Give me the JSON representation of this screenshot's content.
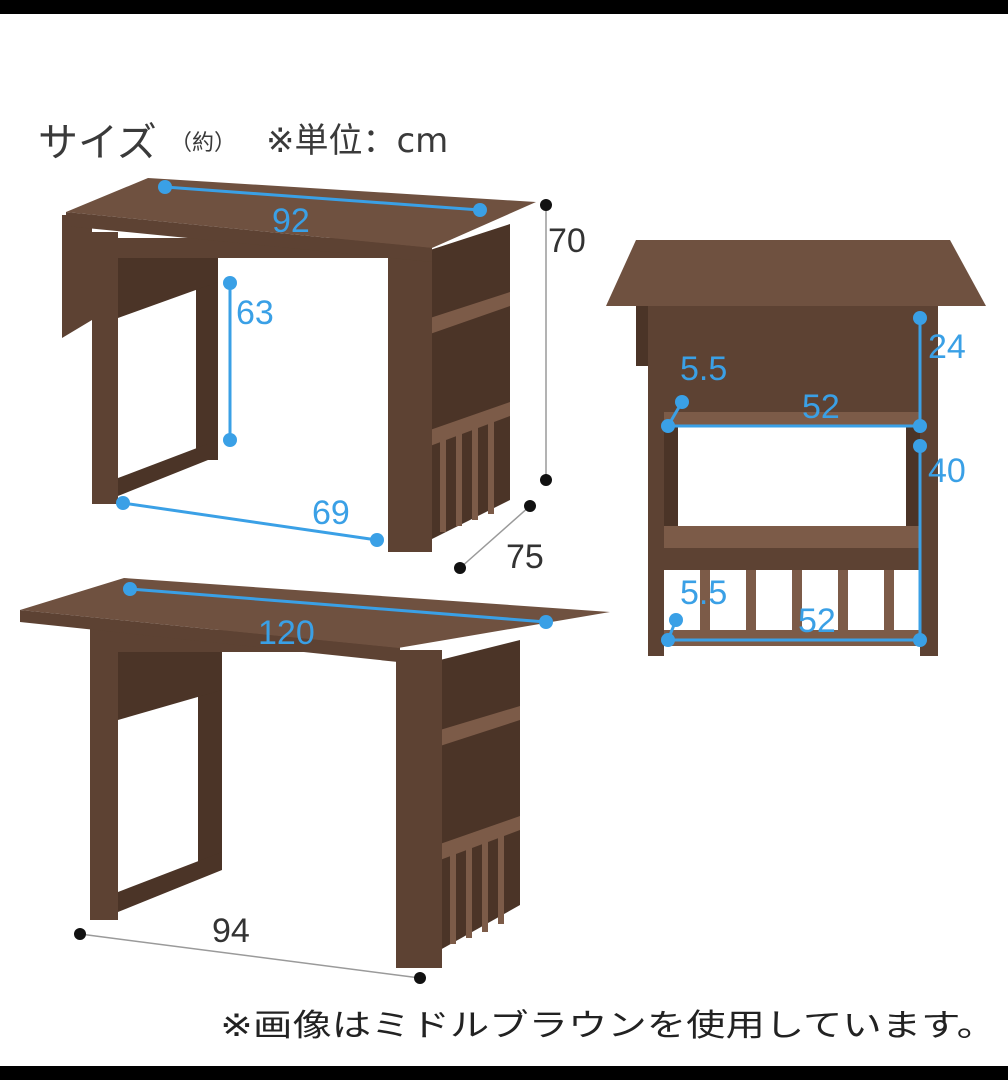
{
  "title": {
    "main": "サイズ",
    "approx": "（約）",
    "unit": "※単位：cm"
  },
  "dimensions": {
    "folded_width": "92",
    "height": "70",
    "leg_clearance_height": "63",
    "inner_leg_width": "69",
    "depth": "75",
    "extended_width": "120",
    "extended_leg_span": "94",
    "side_upper_gap": "24",
    "side_shelf_height": "40",
    "side_upper_inset": "5.5",
    "side_upper_width": "52",
    "side_lower_inset": "5.5",
    "side_lower_width": "52"
  },
  "footnote": "※画像はミドルブラウンを使用しています。",
  "colors": {
    "wood": "#6f5140",
    "dimension_accent": "#3aa0e6",
    "background": "#ffffff",
    "frame": "#000000"
  }
}
